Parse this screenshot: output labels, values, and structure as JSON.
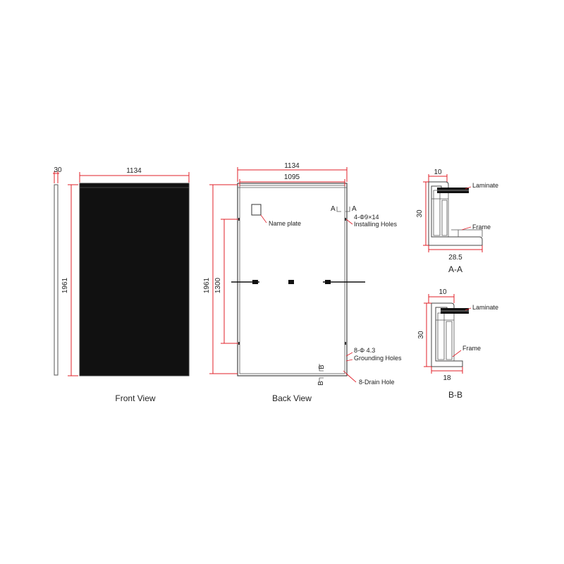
{
  "front_view": {
    "caption": "Front View",
    "dim_thickness": "30",
    "dim_width": "1134",
    "dim_height": "1961"
  },
  "back_view": {
    "caption": "Back View",
    "dim_width_outer": "1134",
    "dim_width_inner": "1095",
    "dim_height": "1961",
    "dim_mount_spacing": "1300",
    "label_nameplate": "Name plate",
    "label_installing_count": "4-Φ9×14",
    "label_installing": "Installing Holes",
    "label_grounding_count": "8-Φ 4.3",
    "label_grounding": "Grounding Holes",
    "label_drain": "8-Drain Hole",
    "section_mark_a_left": "A",
    "section_mark_a_right": "A",
    "section_mark_b_left": "B",
    "section_mark_b_right": "B"
  },
  "section_aa": {
    "title": "A-A",
    "dim_top": "10",
    "dim_side": "30",
    "dim_bottom": "28.5",
    "label_laminate": "Laminate",
    "label_frame": "Frame"
  },
  "section_bb": {
    "title": "B-B",
    "dim_top": "10",
    "dim_side": "30",
    "dim_bottom": "18",
    "label_laminate": "Laminate",
    "label_frame": "Frame"
  },
  "colors": {
    "dimension": "#e0202a",
    "panel_fill": "#111111",
    "outline": "#444444"
  }
}
